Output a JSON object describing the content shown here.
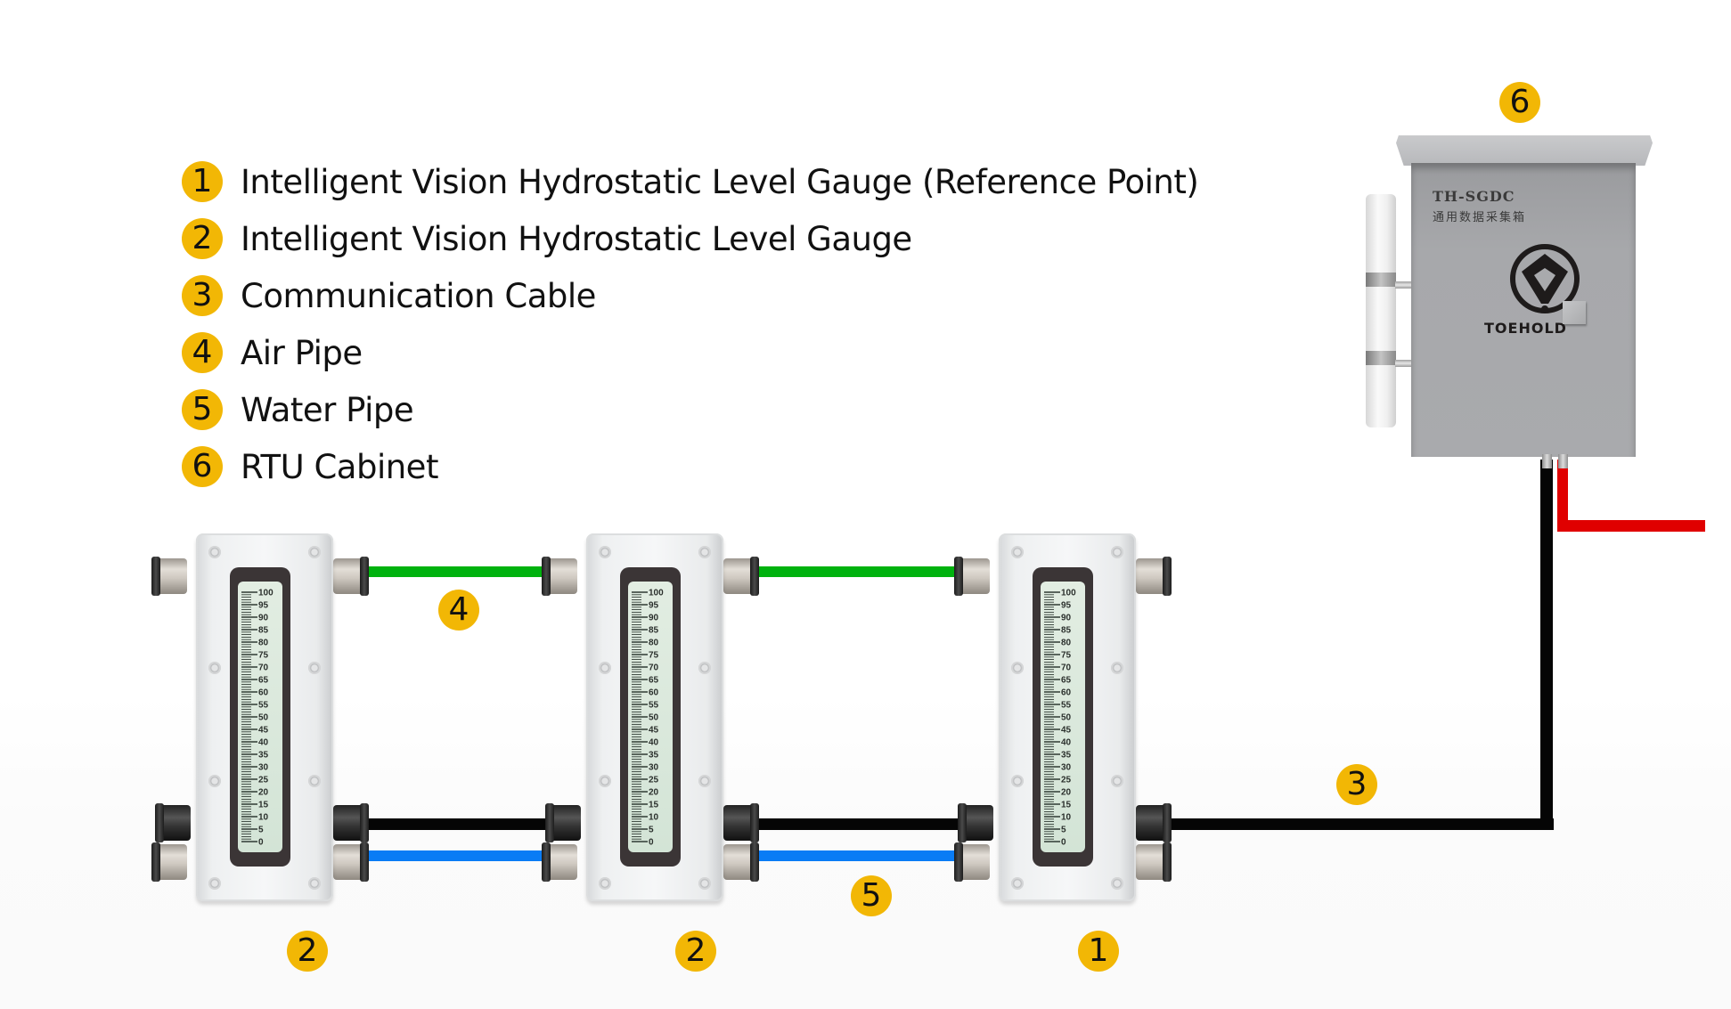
{
  "legend": {
    "items": [
      {
        "number": "1",
        "label": "Intelligent Vision Hydrostatic Level Gauge (Reference Point)"
      },
      {
        "number": "2",
        "label": "Intelligent Vision Hydrostatic Level Gauge"
      },
      {
        "number": "3",
        "label": "Communication Cable"
      },
      {
        "number": "4",
        "label": "Air Pipe"
      },
      {
        "number": "5",
        "label": "Water Pipe"
      },
      {
        "number": "6",
        "label": "RTU Cabinet"
      }
    ]
  },
  "callouts": {
    "gauge_left": "2",
    "gauge_middle": "2",
    "gauge_right": "1",
    "air_pipe": "4",
    "water_pipe": "5",
    "cable": "3",
    "cabinet": "6"
  },
  "gauge_scale": {
    "labels": [
      "100",
      "95",
      "90",
      "85",
      "80",
      "75",
      "70",
      "65",
      "60",
      "55",
      "50",
      "45",
      "40",
      "35",
      "30",
      "25",
      "20",
      "15",
      "10",
      "5",
      "0"
    ]
  },
  "cabinet": {
    "model": "TH-SGDC",
    "subtitle": "通用数据采集箱",
    "brand": "TOEHOLD"
  },
  "colors": {
    "badge": "#f2b705",
    "air_pipe": "#00b20e",
    "water_pipe": "#0a7cf5",
    "cable": "#050505",
    "power_line": "#e00000"
  }
}
